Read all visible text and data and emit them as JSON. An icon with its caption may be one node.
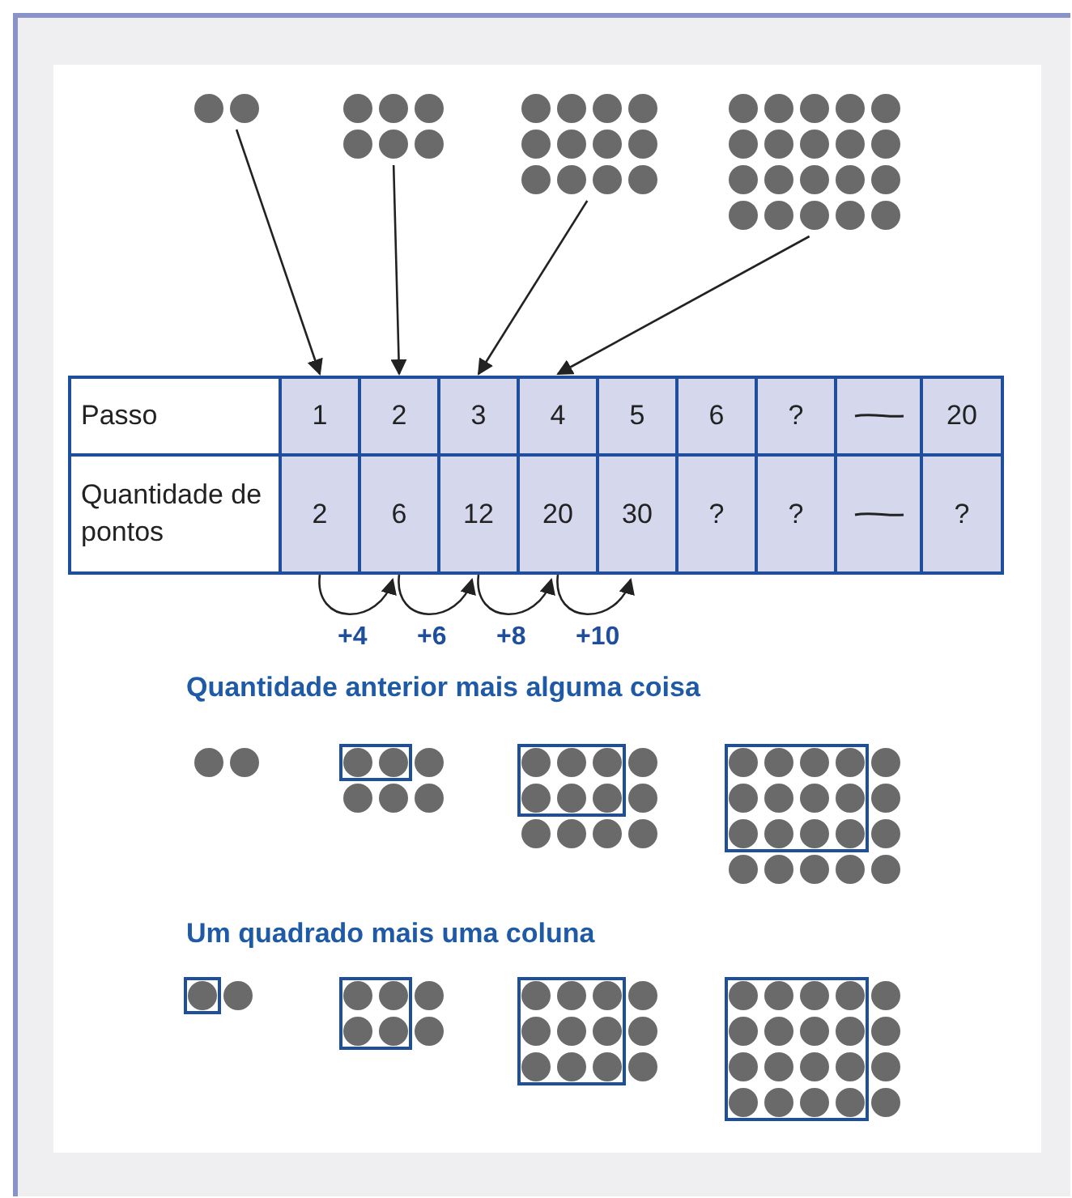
{
  "diagram": {
    "nodes": [
      {
        "text": [],
        "shape": "picture"
      },
      {
        "text": [],
        "shape": "picture"
      },
      {
        "text": [],
        "shape": "picture"
      },
      {
        "text": [],
        "shape": "picture"
      },
      {
        "text": [
          "Passo"
        ]
      },
      {
        "text": [
          "1"
        ]
      },
      {
        "text": [
          "2"
        ]
      },
      {
        "text": [
          "3"
        ]
      },
      {
        "text": [
          "4"
        ]
      },
      {
        "text": [
          "5"
        ]
      },
      {
        "text": [
          "6"
        ]
      },
      {
        "text": [
          "?"
        ]
      },
      {
        "text": [],
        "shape": "box"
      },
      {
        "text": [
          "20"
        ]
      },
      {
        "text": [
          "Quantidade de pontos"
        ]
      },
      {
        "text": [
          "2"
        ]
      },
      {
        "text": [
          "6"
        ]
      },
      {
        "text": [
          "12"
        ]
      },
      {
        "text": [
          "20"
        ]
      },
      {
        "text": [
          "30"
        ]
      },
      {
        "text": [
          "?"
        ]
      },
      {
        "text": [
          "?"
        ]
      },
      {
        "text": [],
        "shape": "box"
      },
      {
        "text": [
          "?"
        ]
      }
    ],
    "edges": [
      {
        "from": 0,
        "to": 5,
        "arrow": "to"
      },
      {
        "from": 1,
        "to": 6,
        "arrow": "to"
      },
      {
        "from": 2,
        "to": 7,
        "arrow": "to"
      },
      {
        "from": 3,
        "to": 8,
        "arrow": "to"
      },
      {
        "from": 15,
        "to": 16,
        "arrow": "to",
        "label": "+4"
      },
      {
        "from": 16,
        "to": 17,
        "arrow": "to",
        "label": "+6"
      },
      {
        "from": 17,
        "to": 18,
        "arrow": "to",
        "label": "+8"
      },
      {
        "from": 18,
        "to": 19,
        "arrow": "to",
        "label": "+10"
      }
    ],
    "labels": [
      "Quantidade anterior mais alguma coisa",
      "Um quadrado mais uma coluna"
    ]
  }
}
